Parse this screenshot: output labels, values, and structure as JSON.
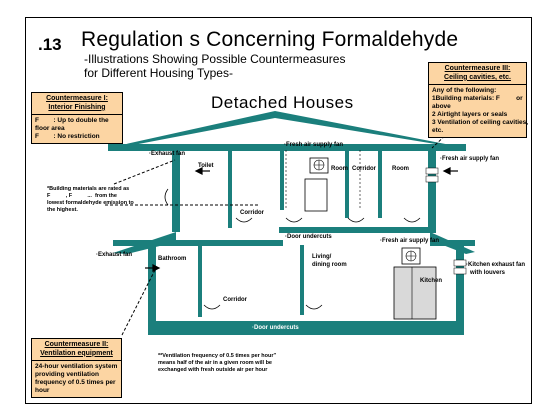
{
  "header": {
    "number": ".13",
    "title": "Regulation s  Concerning Formaldehyde",
    "subtitle_line1": "-Illustrations Showing Possible Countermeasures",
    "subtitle_line2": "for Different Housing Types-",
    "house_type": "Detached   Houses"
  },
  "countermeasure_1": {
    "title_line1": "Countermeasure I:",
    "title_line2": "Interior Finishing",
    "line1": "F        : Up to double the",
    "line2": "floor area",
    "line3": "F        : No restriction"
  },
  "countermeasure_2": {
    "title_line1": "Countermeasure II:",
    "title_line2": "Ventilation equipment",
    "line1": "24-hour ventilation system",
    "line2": "providing ventilation",
    "line3": "frequency of 0.5 times per",
    "line4": "hour"
  },
  "countermeasure_3": {
    "title_line1": "Countermeasure III:",
    "title_line2": "Ceiling cavities, etc.",
    "line1": "Any of the following:",
    "line2": "1Building materials: F         or",
    "line3": "above",
    "line4": "2 Airtight layers or seals",
    "line5": "3 Ventilation of ceiling cavities,",
    "line6": "etc."
  },
  "notes": {
    "rating_line1": "*Building materials are rated as",
    "rating_line2": "F          , F          ...  from the",
    "rating_line3": "lowest formaldehyde emission to",
    "rating_line4": "the highest.",
    "vent_line1": "**Ventilation frequency of 0.5 times per hour\"",
    "vent_line2": "means half of the air in a given room will be",
    "vent_line3": "exchanged with fresh outside air per hour"
  },
  "labels": {
    "exhaust_fan_top": "·Exhaust fan",
    "toilet": "Toilet",
    "fresh_air_top": "·Fresh air supply fan",
    "room_left": "Room",
    "corridor_top": "Corridor",
    "room_right": "Room",
    "fresh_air_right": "·Fresh air supply fan",
    "corridor_mid": "Corridor",
    "door_undercuts_top": "·Door undercuts",
    "fresh_air_lower": "·Fresh air supply fan",
    "exhaust_fan_lower": "·Exhaust fan",
    "bathroom": "Bathroom",
    "living_line1": "Living/",
    "living_line2": "dining room",
    "kitchen": "Kitchen",
    "kitchen_fan_line1": "·Kitchen exhaust fan",
    "kitchen_fan_line2": "with louvers",
    "corridor_bottom": "Corridor",
    "door_undercuts_bottom": "·Door undercuts"
  },
  "colors": {
    "house": "#1b7f7c",
    "box_fill": "#fcd5a3",
    "air_arrow": "#ffffff"
  }
}
